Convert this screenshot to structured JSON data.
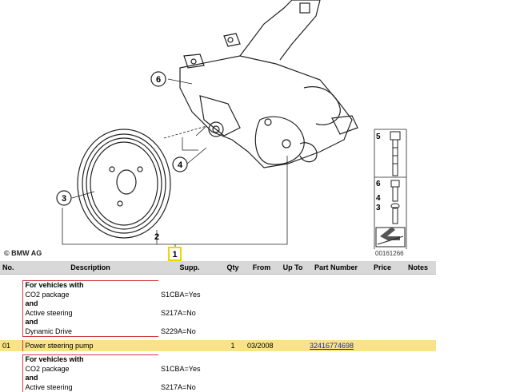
{
  "diagram": {
    "copyright": "© BMW AG",
    "diagram_id": "00161266",
    "callouts": [
      "6",
      "4",
      "3",
      "2",
      "1"
    ],
    "side_labels": [
      "5",
      "6",
      "4",
      "3"
    ]
  },
  "table": {
    "headers": [
      "No.",
      "Description",
      "Supp.",
      "Qty",
      "From",
      "Up To",
      "Part Number",
      "Price",
      "Notes"
    ],
    "group1": {
      "cond": [
        {
          "text": "For vehicles with",
          "supp": ""
        },
        {
          "text": "CO2 package",
          "supp": "S1CBA=Yes"
        },
        {
          "text": "and",
          "supp": ""
        },
        {
          "text": "Active steering",
          "supp": "S217A=No"
        },
        {
          "text": "and",
          "supp": ""
        },
        {
          "text": "Dynamic Drive",
          "supp": "S229A=No"
        }
      ]
    },
    "row1": {
      "no": "01",
      "description": "Power steering pump",
      "supp": "",
      "qty": "1",
      "from": "03/2008",
      "upto": "",
      "part_number": "32416774698",
      "price": "",
      "notes": ""
    },
    "group2": {
      "cond": [
        {
          "text": "For vehicles with",
          "supp": ""
        },
        {
          "text": "CO2 package",
          "supp": "S1CBA=Yes"
        },
        {
          "text": "and",
          "supp": ""
        },
        {
          "text": "Active steering",
          "supp": "S217A=No"
        }
      ]
    }
  },
  "colors": {
    "highlight": "#f8e38a",
    "callout_highlight": "#f5d300",
    "link": "#1a1ac8",
    "condition_border": "#d23b3b"
  }
}
